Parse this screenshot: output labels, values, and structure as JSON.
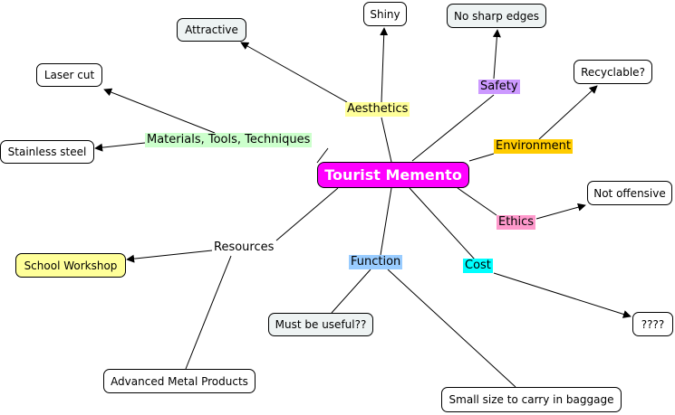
{
  "center": {
    "text": "Tourist Memento",
    "color": "#ff00ff"
  },
  "links": [
    {
      "text": "Aesthetics",
      "color": "#ffff99"
    },
    {
      "text": "Safety",
      "color": "#cc99ff"
    },
    {
      "text": "Environment",
      "color": "#ffcc00"
    },
    {
      "text": "Materials, Tools, Techniques",
      "color": "#ccffcc"
    },
    {
      "text": "Ethics",
      "color": "#ff99cc"
    },
    {
      "text": "Resources",
      "color": "#ffffff"
    },
    {
      "text": "Function",
      "color": "#99ccff"
    },
    {
      "text": "Cost",
      "color": "#00ffff"
    }
  ],
  "concepts": [
    {
      "text": "Shiny",
      "color": "#ffffff"
    },
    {
      "text": "Attractive",
      "color": "#eef3f3"
    },
    {
      "text": "No sharp edges",
      "color": "#eef3f3"
    },
    {
      "text": "Recyclable?",
      "color": "#ffffff"
    },
    {
      "text": "Laser cut",
      "color": "#ffffff"
    },
    {
      "text": "Stainless steel",
      "color": "#ffffff"
    },
    {
      "text": "Not offensive",
      "color": "#ffffff"
    },
    {
      "text": "School Workshop",
      "color": "#ffff99"
    },
    {
      "text": "Must be useful??",
      "color": "#eef3f3"
    },
    {
      "text": "????",
      "color": "#ffffff"
    },
    {
      "text": "Advanced Metal Products",
      "color": "#ffffff"
    },
    {
      "text": "Small size to carry in baggage",
      "color": "#ffffff"
    }
  ]
}
